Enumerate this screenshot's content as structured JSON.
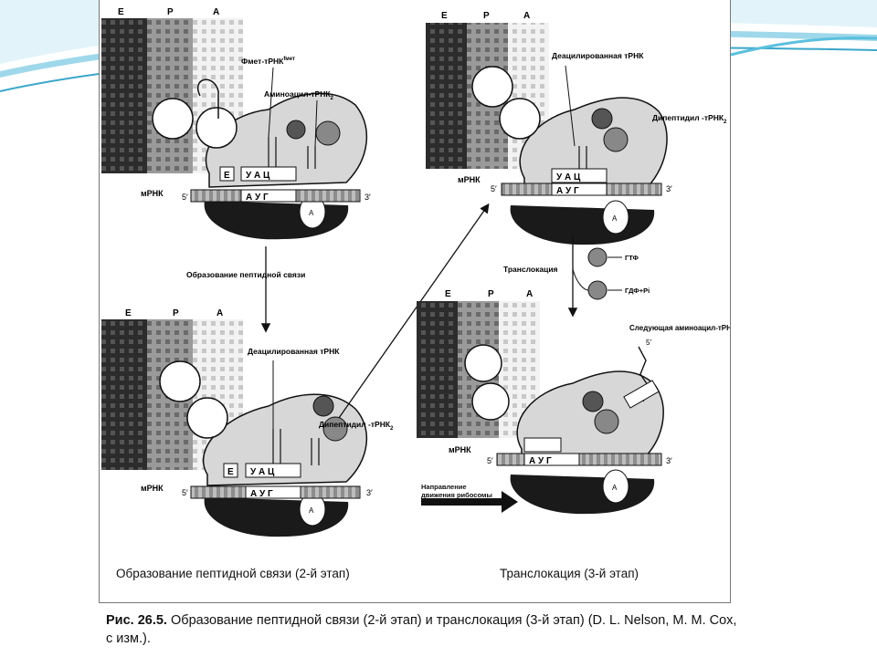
{
  "colors": {
    "wave_light": "#cfeef7",
    "wave_mid": "#8fd3e8",
    "wave_dark": "#3aa6c9",
    "ribosome": "#d7d7d7",
    "grid_dark": "#2c2c2c",
    "grid_light": "#e3e3e3",
    "subunit_dark": "#1a1a1a"
  },
  "sites": {
    "e": "E",
    "p": "P",
    "a": "A"
  },
  "labels": {
    "fmet_trna": "Фмет-тРНК",
    "fmet_sup": "fмет",
    "aminoacyl_trna": "Аминоацил-тРНК",
    "aminoacyl_sub": "2",
    "mrna": "мРНК",
    "five_prime": "5′",
    "three_prime": "3′",
    "peptide_bond_step": "Образование пептидной связи",
    "deacylated_trna": "Деацилированная тРНК",
    "dipeptidyl_trna": "Дипептидил -тРНК",
    "dipeptidyl_sub": "2",
    "translocation_label": "Транслокация",
    "gtp": "ГТФ",
    "gdp_pi": "ГДФ+Pi",
    "next_aminoacyl": "Следующая аминоацил-тРНК",
    "direction": "Направление движения рибосомы",
    "codons_1": "А У Г",
    "anticodons_1": "У А Ц",
    "codons_3": "А У Г",
    "anticodons_3": "У А Ц",
    "site_e_box": "Е",
    "site_a_box": "А"
  },
  "panel_captions": {
    "left": "Образование пептидной связи (2-й этап)",
    "right": "Транслокация (3-й этап)"
  },
  "figure_caption": {
    "number": "Рис. 26.5.",
    "text": " Образование пептидной связи (2-й этап) и транслокация (3-й этап) (D. L. Nelson, M. M. Cox, с изм.)."
  }
}
